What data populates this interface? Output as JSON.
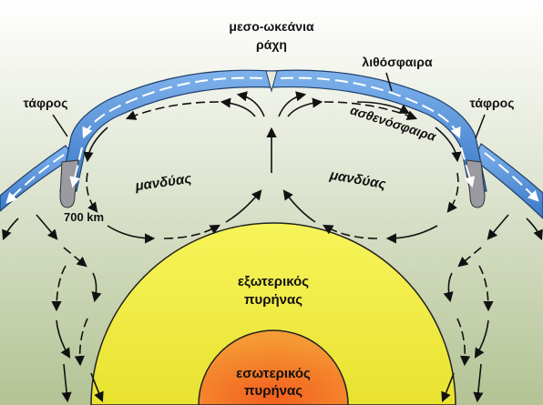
{
  "labels": {
    "ridge_line1": "μεσο-ωκεάνια",
    "ridge_line2": "ράχη",
    "lithosphere": "λιθόσφαιρα",
    "trench_left": "τάφρος",
    "trench_right": "τάφρος",
    "asthenosphere": "ασθενόσφαιρα",
    "mantle_left": "μανδύας",
    "mantle_right": "μανδύας",
    "depth": "700 km",
    "outer_core_line1": "εξωτερικός",
    "outer_core_line2": "πυρήνας",
    "inner_core_line1": "εσωτερικός",
    "inner_core_line2": "πυρήνας"
  },
  "colors": {
    "lithosphere": "#4f8fd8",
    "outer_core": "#f3ef3c",
    "inner_core": "#f08a2c",
    "mantle_top": "#ffffff",
    "mantle_bottom": "#b9c89a",
    "slab": "#9a9aa0"
  }
}
